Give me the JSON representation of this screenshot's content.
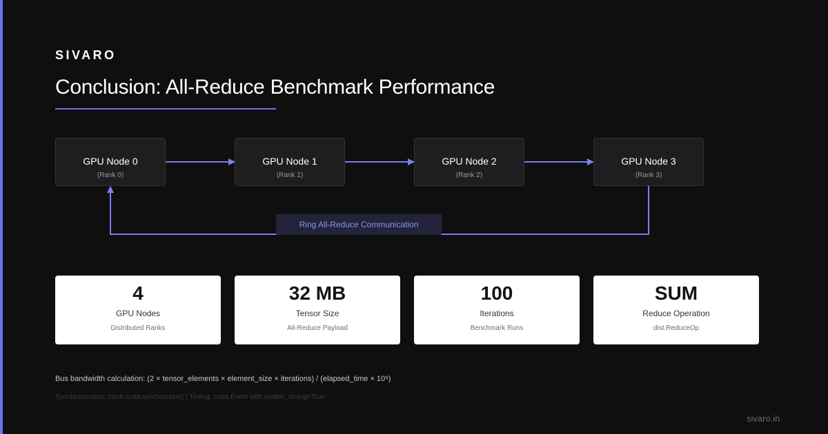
{
  "brand": "SIVARO",
  "title": "Conclusion: All-Reduce Benchmark Performance",
  "colors": {
    "background": "#0f0f10",
    "accent": "#6f73e6",
    "node_bg": "#1e1e20",
    "card_bg": "#ffffff",
    "ring_label_text": "#8f92f0"
  },
  "nodes": [
    {
      "name": "GPU Node 0",
      "rank": "(Rank 0)"
    },
    {
      "name": "GPU Node 1",
      "rank": "(Rank 1)"
    },
    {
      "name": "GPU Node 2",
      "rank": "(Rank 2)"
    },
    {
      "name": "GPU Node 3",
      "rank": "(Rank 3)"
    }
  ],
  "ring_label": "Ring All-Reduce Communication",
  "stats": [
    {
      "value": "4",
      "label": "GPU Nodes",
      "sub": "Distributed Ranks"
    },
    {
      "value": "32 MB",
      "label": "Tensor Size",
      "sub": "All-Reduce Payload"
    },
    {
      "value": "100",
      "label": "Iterations",
      "sub": "Benchmark Runs"
    },
    {
      "value": "SUM",
      "label": "Reduce Operation",
      "sub": "dist.ReduceOp"
    }
  ],
  "formula": "Bus bandwidth calculation: (2 × tensor_elements × element_size × iterations) / (elapsed_time × 10⁹)",
  "footnote": "Synchronization: torch.cuda.synchronize() | Timing: cuda.Event with enable_timing=True",
  "site": "sivaro.in"
}
